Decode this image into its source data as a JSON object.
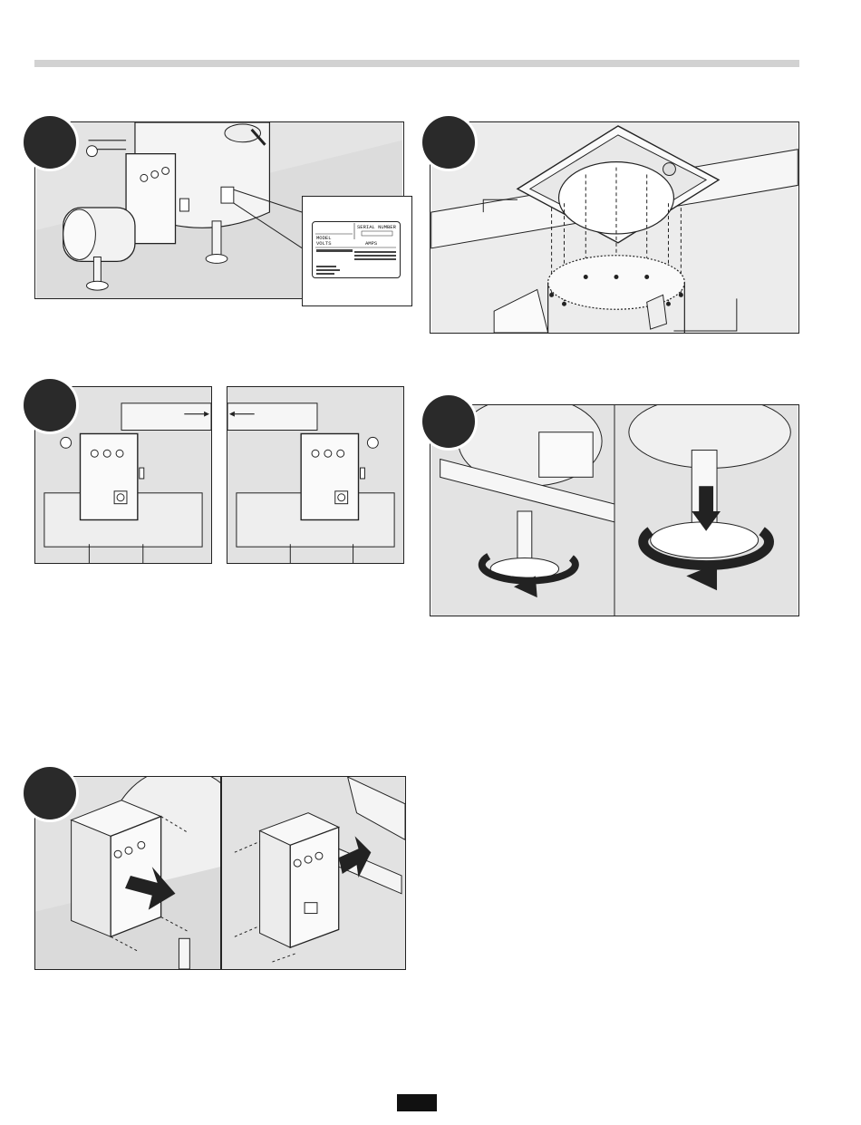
{
  "page": {
    "background": "#ffffff",
    "rule_color": "#d2d2d2",
    "badge_color": "#2a2a2a",
    "panel_fill": "#e4e4e4"
  },
  "nameplate": {
    "model_label": "MODEL",
    "volts_label": "VOLTS",
    "serial_label": "SERIAL NUMBER",
    "amps_label": "AMPS"
  },
  "icons": {
    "rotate_arrow": "rotate-arrow-icon",
    "push_arrow": "push-arrow-icon"
  }
}
